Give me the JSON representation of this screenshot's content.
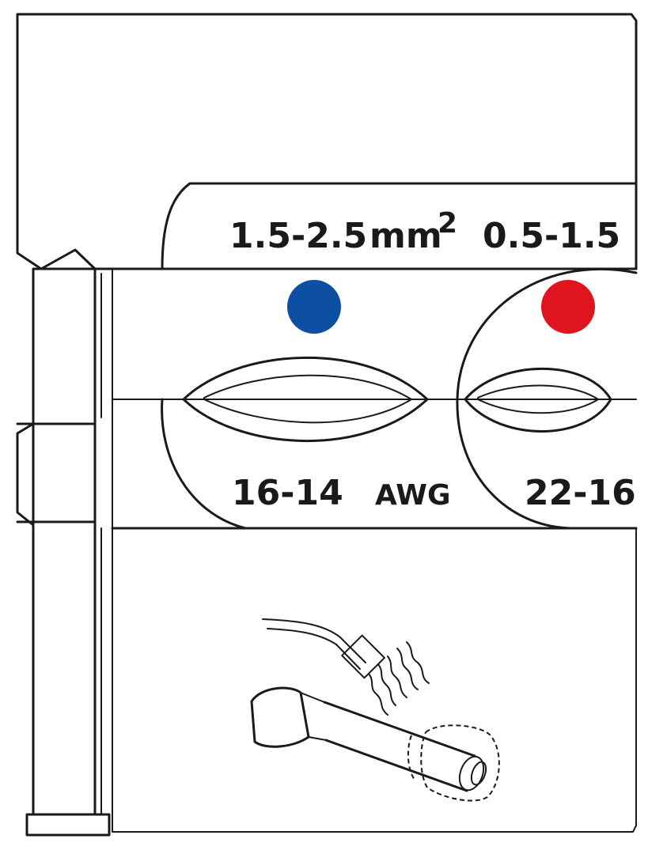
{
  "labels": {
    "size_large_mm2": "1.5-2.5",
    "unit_mm2": "mm",
    "unit_mm2_exponent": "2",
    "size_small_mm2": "0.5-1.5",
    "size_large_awg": "16-14",
    "unit_awg": "AWG",
    "size_small_awg": "22-16"
  },
  "colors": {
    "large_cavity_marker": "#0d4fa3",
    "small_cavity_marker": "#e0141e"
  },
  "icons": {
    "wire": "stripped-stranded-wire-icon",
    "ferrule": "insulated-wire-ferrule-icon"
  }
}
